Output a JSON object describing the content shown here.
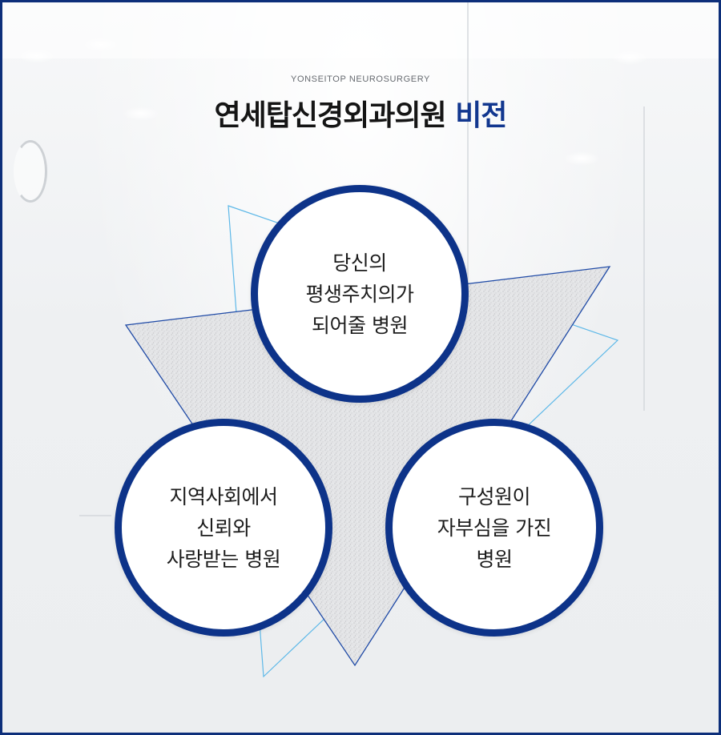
{
  "header": {
    "eyebrow": "YONSEITOP NEUROSURGERY",
    "title_main": "연세탑신경외과의원",
    "title_accent": "비전"
  },
  "vision_circles": [
    {
      "lines": [
        "당신의",
        "평생주치의가",
        "되어줄 병원"
      ]
    },
    {
      "lines": [
        "지역사회에서",
        "신뢰와",
        "사랑받는 병원"
      ]
    },
    {
      "lines": [
        "구성원이",
        "자부심을 가진",
        "병원"
      ]
    }
  ],
  "colors": {
    "border": "#0d2f7a",
    "accent": "#12378f",
    "circle_ring": "#0d3389",
    "triangle_outline": "#1f4aa6",
    "light_outline": "#5db8e8"
  }
}
